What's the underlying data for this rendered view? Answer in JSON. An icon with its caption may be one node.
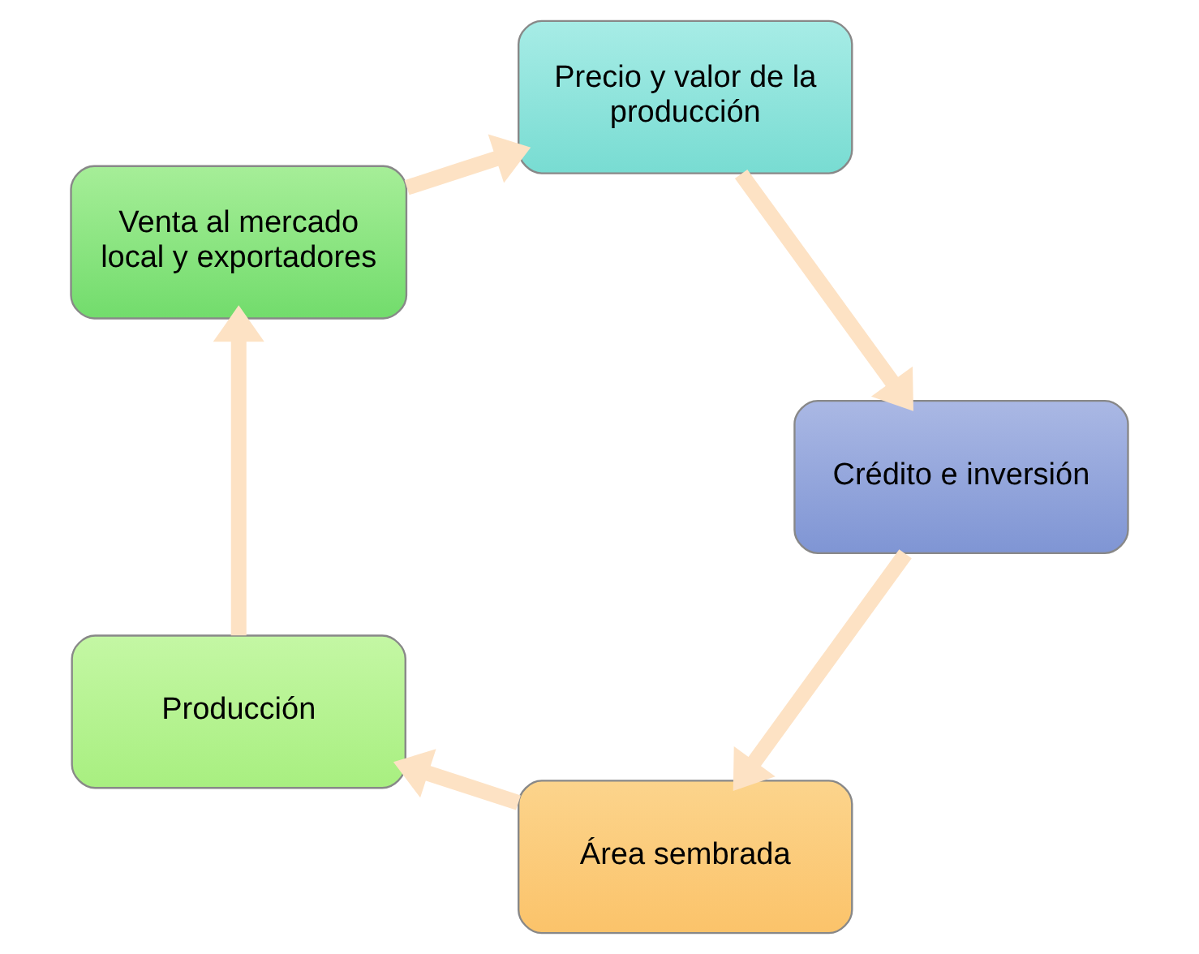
{
  "diagram": {
    "nodes": [
      {
        "text": [
          "Área sembrada"
        ]
      },
      {
        "text": [
          "Producción"
        ]
      },
      {
        "text": [
          "Venta al mercado local y exportadores"
        ]
      },
      {
        "text": [
          "Precio y valor de la producción"
        ]
      },
      {
        "text": [
          "Crédito e inversión"
        ]
      }
    ],
    "edges": [
      {
        "from": 0,
        "to": 1,
        "arrow": "to"
      },
      {
        "from": 1,
        "to": 2,
        "arrow": "to"
      },
      {
        "from": 2,
        "to": 3,
        "arrow": "to"
      },
      {
        "from": 3,
        "to": 4,
        "arrow": "to"
      },
      {
        "from": 4,
        "to": 0,
        "arrow": "to"
      }
    ]
  }
}
